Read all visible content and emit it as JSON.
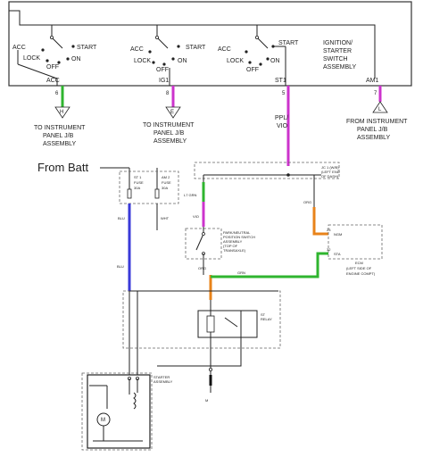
{
  "switch_assembly": {
    "title_lines": [
      "IGNITION/",
      "STARTER",
      "SWITCH",
      "ASSEMBLY"
    ],
    "pos_acc": "ACC",
    "pos_lock": "LOCK",
    "pos_off": "OFF",
    "pos_on": "ON",
    "pos_start": "START",
    "term_acc": "ACC",
    "term_ig1": "IG1",
    "term_st1": "ST1",
    "term_am1": "AM1"
  },
  "pins": {
    "p6": "6",
    "p8": "8",
    "p5": "5",
    "p7": "7",
    "conn_h": "H",
    "conn_e": "E",
    "conn_l": "L"
  },
  "wire_ppl_vio": [
    "PPL/",
    "VIO"
  ],
  "labels": {
    "to_ipjb_left": [
      "TO INSTRUMENT",
      "PANEL J/B",
      "ASSEMBLY"
    ],
    "to_ipjb_mid": [
      "TO INSTRUMENT",
      "PANEL J/B",
      "ASSEMBLY"
    ],
    "from_ipjb": [
      "FROM INSTRUMENT",
      "PANEL J/B",
      "ASSEMBLY"
    ],
    "from_batt": "From Batt"
  },
  "small": {
    "fuse1": [
      "ST 1",
      "FUSE",
      "30A"
    ],
    "fuse2": [
      "AM 2",
      "FUSE",
      "30A"
    ],
    "blu": "BLU",
    "wht": "WHT",
    "blu2": "BLU",
    "j_c": [
      "JC 1 (W/B)",
      "(LEFT END",
      "OF DASH)"
    ],
    "l7": "L7 GRN",
    "vio": "VIO",
    "org": "ORG",
    "park": [
      "PARK/NEUTRAL",
      "POSITION SWITCH",
      "ASSEMBLY",
      "(TOP OF",
      "TRANSAXLE)"
    ],
    "grn": "GRN",
    "org2": "ORG",
    "ngm": "NGM",
    "sta": "STA",
    "ecm": [
      "ECM",
      "(LEFT SIDE OF",
      "ENGINE COMPT)"
    ],
    "pin23": "23",
    "pin32": "32",
    "st_relay": [
      "ST",
      "RELAY"
    ],
    "starter": [
      "STARTER",
      "ASSEMBLY"
    ],
    "motor": "M",
    "ground": "M"
  },
  "colors": {
    "green": "#2fb52f",
    "magenta": "#cc33cc",
    "blue": "#3a3ad8",
    "orange": "#e8831a"
  }
}
